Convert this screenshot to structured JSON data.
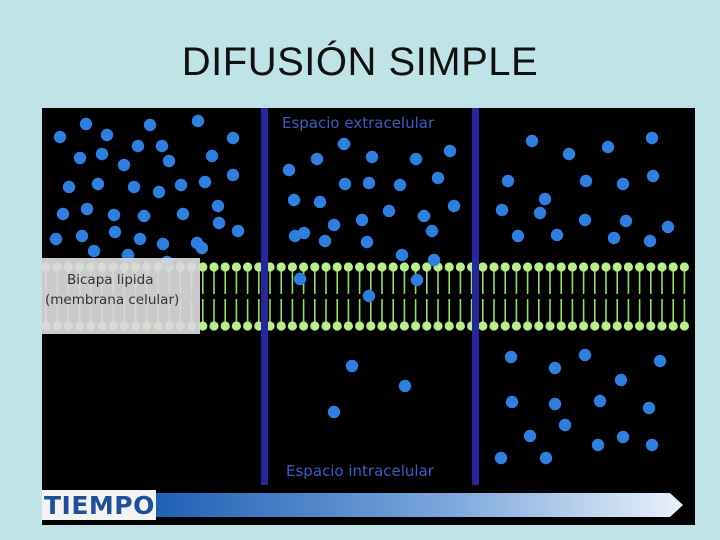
{
  "title": "DIFUSIÓN SIMPLE",
  "labels": {
    "extracellular": "Espacio  extracelular",
    "intracellular": "Espacio  intracelular",
    "bilayer_line1": "Bicapa lipida",
    "bilayer_line2": "(membrana celular)",
    "time": "TIEMPO"
  },
  "colors": {
    "background": "#bfe3e6",
    "figure_bg": "#000000",
    "molecule": "#2f7fe0",
    "divider": "#27279b",
    "membrane_head": "#b7ef8a",
    "membrane_tail": "#8fdc66",
    "label_text": "#3d5bc6",
    "time_text": "#1e4f9a"
  },
  "panels": [
    {
      "stage": "initial",
      "molecules_above_membrane": "many",
      "molecules_in_membrane": "none",
      "molecules_below_membrane": "none"
    },
    {
      "stage": "crossing",
      "molecules_above_membrane": "some",
      "molecules_in_membrane": "few",
      "molecules_below_membrane": "few"
    },
    {
      "stage": "equilibrium",
      "molecules_above_membrane": "some",
      "molecules_in_membrane": "none",
      "molecules_below_membrane": "some"
    }
  ],
  "icons": {
    "molecule": "circle-icon",
    "time_arrow": "arrow-right-icon"
  }
}
